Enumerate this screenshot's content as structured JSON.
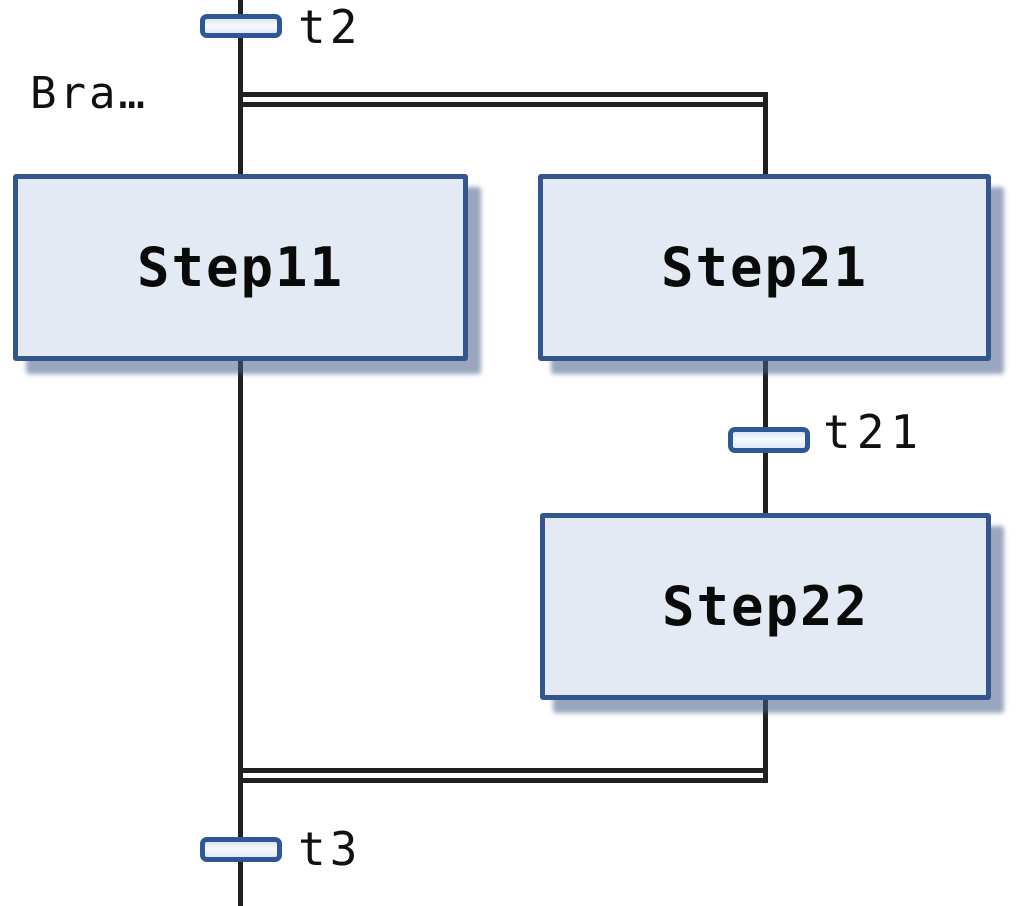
{
  "branch": {
    "label": "Bra…"
  },
  "steps": {
    "step11": {
      "label": "Step11",
      "type": "step"
    },
    "step21": {
      "label": "Step21",
      "type": "step"
    },
    "step22": {
      "label": "Step22",
      "type": "step"
    }
  },
  "transitions": {
    "t2": {
      "label": "t2",
      "type": "transition"
    },
    "t21": {
      "label": "t21",
      "type": "transition"
    },
    "t3": {
      "label": "t3",
      "type": "transition"
    }
  },
  "colors": {
    "step_fill": "#e4eaf4",
    "step_border": "#33568f",
    "step_shadow": "rgba(70,93,135,0.55)",
    "transition_fill": "#f7fafe",
    "transition_border": "#2f5795",
    "flow_line": "#202020",
    "text": "#111111",
    "background": "#ffffff"
  }
}
